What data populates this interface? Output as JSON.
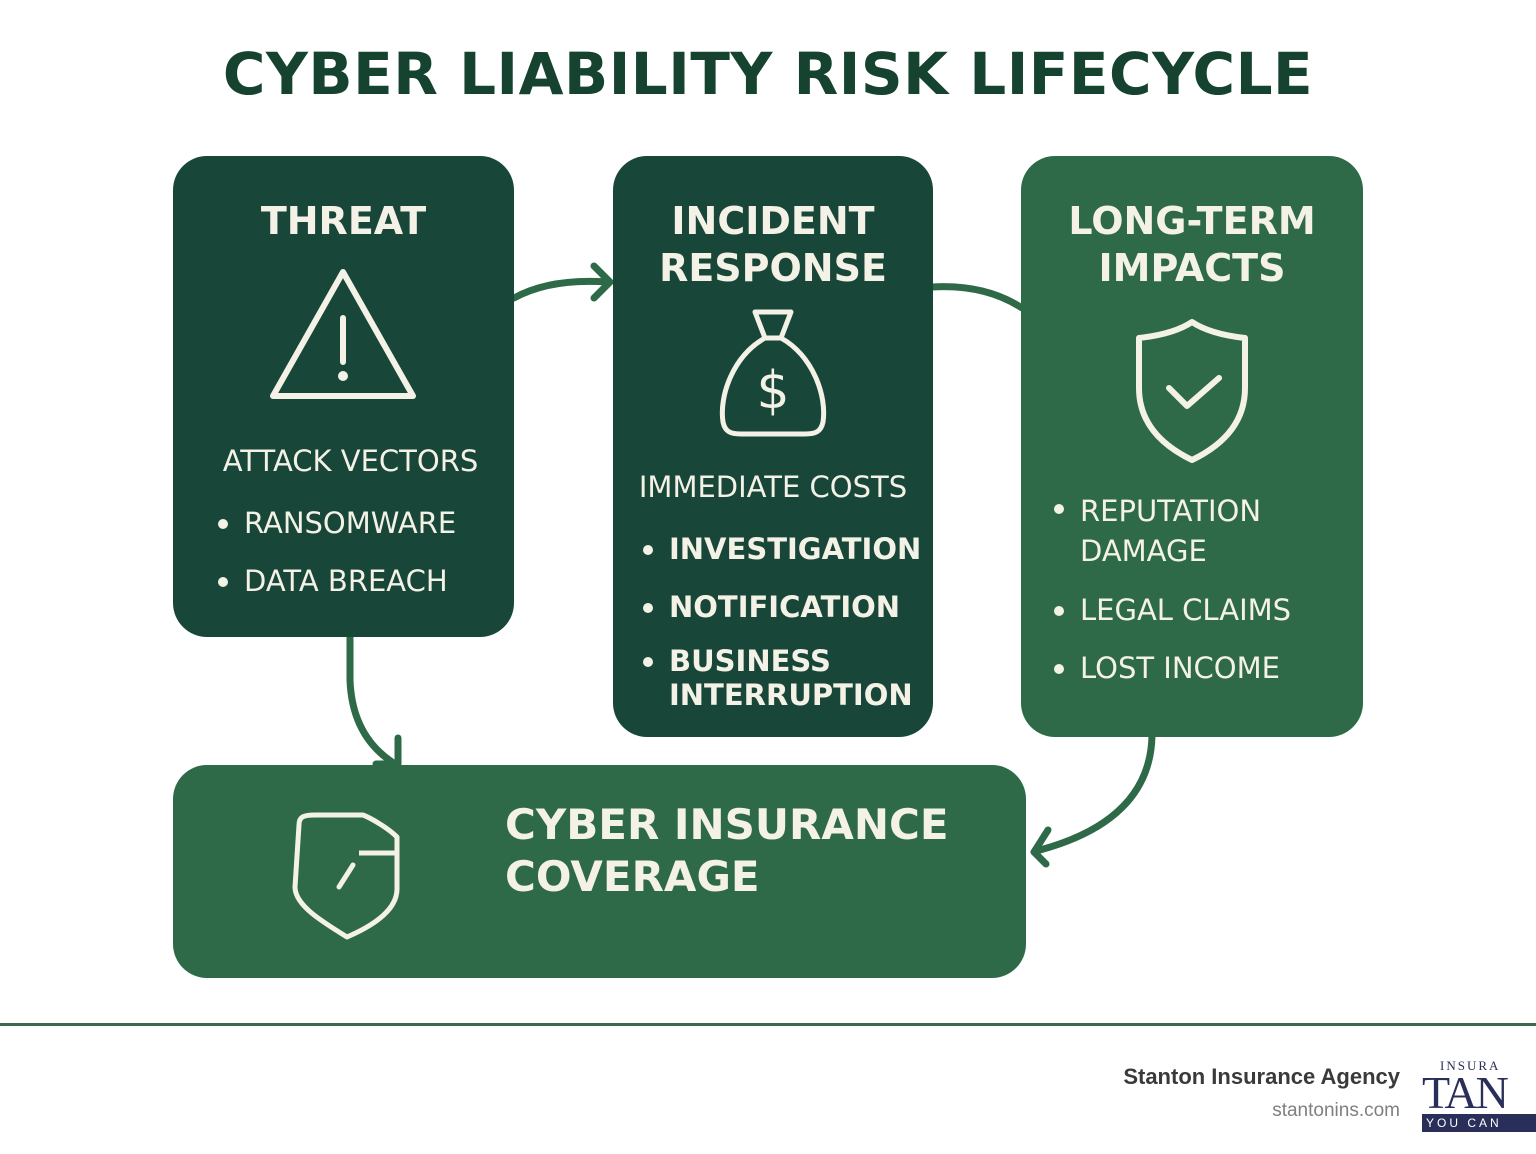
{
  "title": "CYBER LIABILITY RISK LIFECYCLE",
  "colors": {
    "title": "#15432f",
    "dark_card": "#18473a",
    "mid_card": "#2e6a48",
    "text": "#f4f1e6",
    "arrow": "#2e6a48"
  },
  "cards": [
    {
      "id": "threat",
      "title_lines": [
        "THREAT"
      ],
      "icon": "warning-triangle-icon",
      "subtitle": "ATTACK VECTORS",
      "bullets": [
        "RANSOMWARE",
        "DATA BREACH"
      ]
    },
    {
      "id": "incident-response",
      "title_lines": [
        "INCIDENT",
        "RESPONSE"
      ],
      "icon": "money-bag-icon",
      "subtitle": "IMMEDIATE COSTS",
      "bullets": [
        "INVESTIGATION",
        "NOTIFICATION",
        "BUSINESS INTERRUPTION"
      ]
    },
    {
      "id": "long-term-impacts",
      "title_lines": [
        "LONG-TERM",
        "IMPACTS"
      ],
      "icon": "shield-check-icon",
      "bullets": [
        "REPUTATION DAMAGE",
        "LEGAL CLAIMS",
        "LOST INCOME"
      ]
    },
    {
      "id": "cyber-insurance",
      "title_lines": [
        "CYBER INSURANCE",
        "COVERAGE"
      ],
      "icon": "shield-icon"
    }
  ],
  "flow": [
    {
      "from": "threat",
      "to": "incident-response"
    },
    {
      "from": "incident-response",
      "to": "long-term-impacts"
    },
    {
      "from": "threat",
      "to": "cyber-insurance"
    },
    {
      "from": "long-term-impacts",
      "to": "cyber-insurance"
    }
  ],
  "footer": {
    "agency_name": "Stanton Insurance Agency",
    "agency_url": "stantonins.com",
    "logo_top": "INSURA",
    "logo_big": "TAN",
    "logo_bar": "YOU CAN"
  }
}
